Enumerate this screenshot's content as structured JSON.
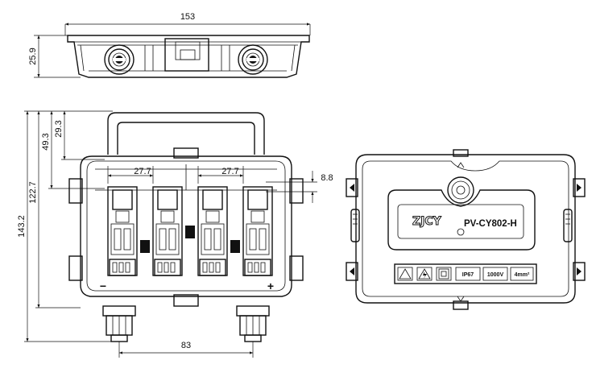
{
  "dimensions": {
    "top_width": "153",
    "top_height": "25.9",
    "total_height": "143.2",
    "body_height": "122.7",
    "handle_offset_1": "49.3",
    "handle_offset_2": "29.3",
    "pitch_left": "27.7",
    "pitch_right": "27.7",
    "diode_offset": "8.8",
    "connector_spacing": "83"
  },
  "polarity": {
    "negative": "−",
    "positive": "+"
  },
  "label": {
    "brand": "ZJCY",
    "model": "PV-CY802-H",
    "ip_rating": "IP67",
    "voltage": "1000V",
    "wire_size": "4mm²"
  },
  "icons": [
    "warning-triangle-icon",
    "electric-hazard-icon",
    "double-insulation-icon"
  ]
}
